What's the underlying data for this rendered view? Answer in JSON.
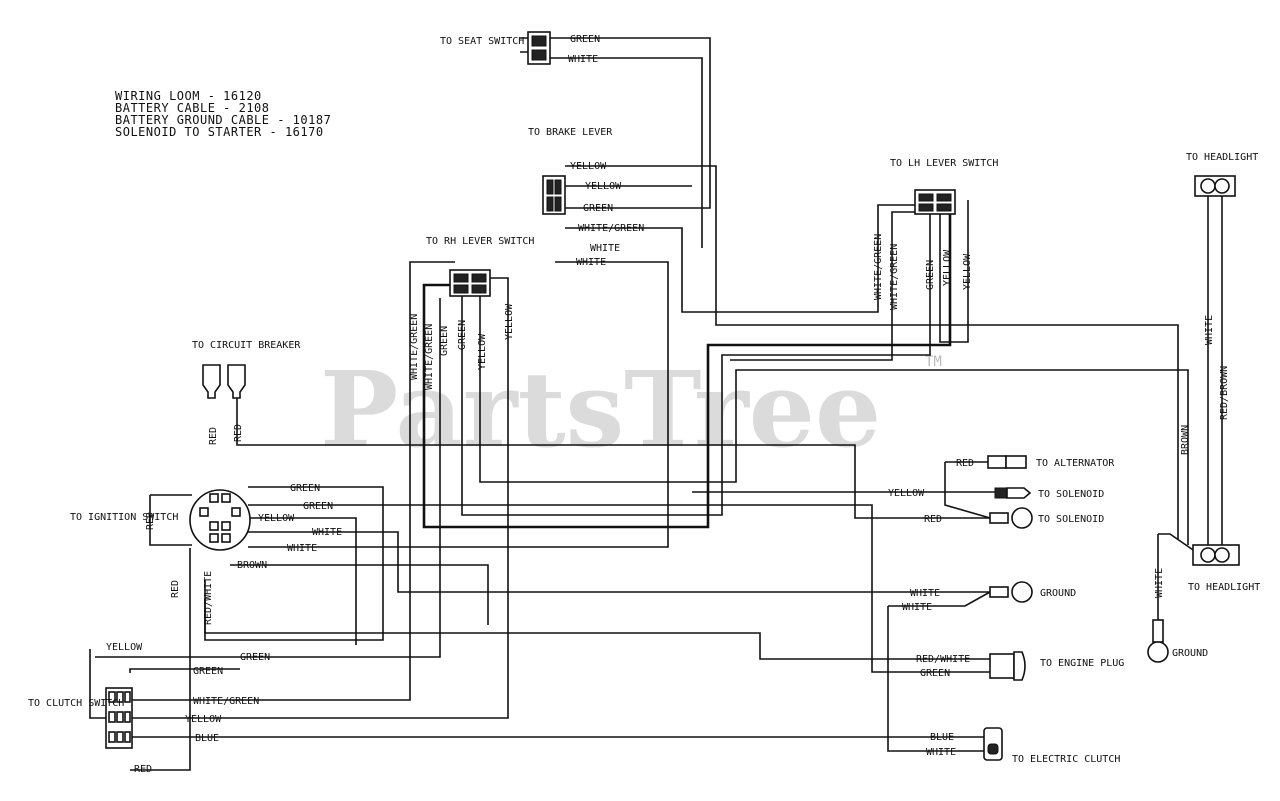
{
  "watermark": {
    "text": "PartsTree",
    "trademark": "TM"
  },
  "parts_list": [
    "WIRING LOOM - 16120",
    "BATTERY CABLE - 2108",
    "BATTERY GROUND CABLE - 10187",
    "SOLENOID TO STARTER - 16170"
  ],
  "components": {
    "seat_switch": "TO SEAT SWITCH",
    "brake_lever": "TO BRAKE LEVER",
    "rh_lever_switch": "TO RH LEVER SWITCH",
    "lh_lever_switch": "TO LH LEVER SWITCH",
    "headlight_top": "TO HEADLIGHT",
    "headlight_bottom": "TO HEADLIGHT",
    "circuit_breaker": "TO CIRCUIT BREAKER",
    "ignition_switch": "TO IGNITION SWITCH",
    "clutch_switch": "TO CLUTCH SWITCH",
    "alternator": "TO ALTERNATOR",
    "solenoid_1": "TO SOLENOID",
    "solenoid_2": "TO SOLENOID",
    "ground_1": "GROUND",
    "ground_2": "GROUND",
    "engine_plug": "TO ENGINE PLUG",
    "electric_clutch": "TO ELECTRIC CLUTCH"
  },
  "wire_labels": {
    "green": "GREEN",
    "white": "WHITE",
    "yellow": "YELLOW",
    "white_green": "WHITE/GREEN",
    "red": "RED",
    "red_white": "RED/WHITE",
    "brown": "BROWN",
    "blue": "BLUE",
    "red_brown": "RED/BROWN"
  }
}
